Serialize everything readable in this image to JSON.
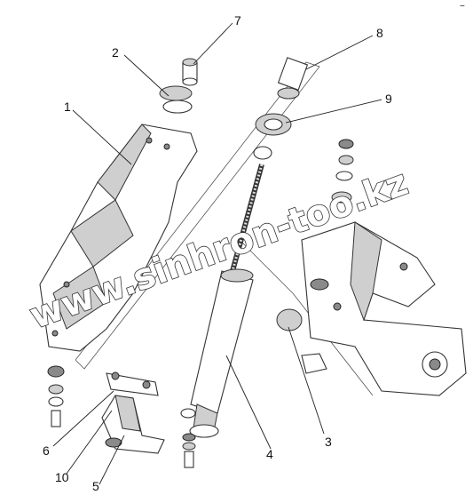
{
  "diagram": {
    "watermark": "www.sinhron-too.kz",
    "callouts": [
      {
        "id": "1",
        "label": "1"
      },
      {
        "id": "2",
        "label": "2"
      },
      {
        "id": "3",
        "label": "3"
      },
      {
        "id": "4",
        "label": "4"
      },
      {
        "id": "5",
        "label": "5"
      },
      {
        "id": "6",
        "label": "6"
      },
      {
        "id": "7",
        "label": "7"
      },
      {
        "id": "8",
        "label": "8"
      },
      {
        "id": "9",
        "label": "9"
      },
      {
        "id": "10",
        "label": "10"
      }
    ],
    "corner_mark": "−"
  }
}
